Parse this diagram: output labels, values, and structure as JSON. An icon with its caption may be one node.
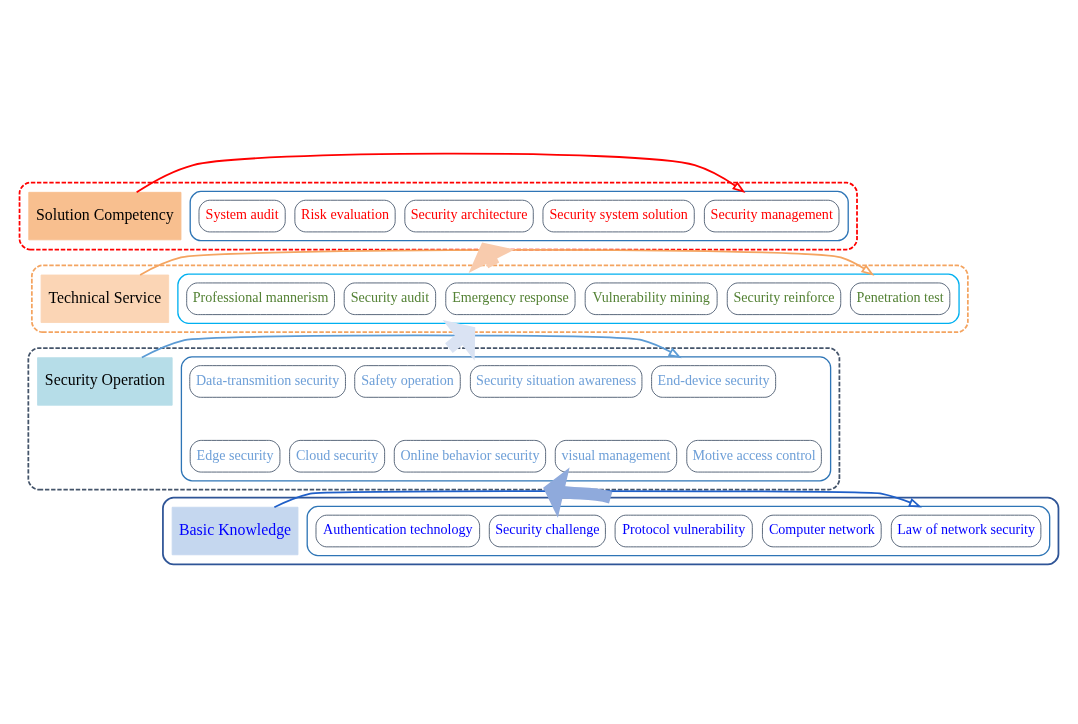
{
  "diagram": {
    "nodes": [
      {
        "text": [],
        "shape": "box"
      },
      {
        "text": [
          "Solution Competency"
        ],
        "in": 0
      },
      {
        "text": [],
        "shape": "box",
        "in": 0
      },
      {
        "text": [
          "Security management"
        ],
        "in": 2
      },
      {
        "text": [
          "Security system solution"
        ],
        "in": 2
      },
      {
        "text": [
          "Security architecture"
        ],
        "in": 2
      },
      {
        "text": [
          "Risk evaluation"
        ],
        "in": 2
      },
      {
        "text": [
          "System audit"
        ],
        "in": 2
      },
      {
        "text": [],
        "shape": "box"
      },
      {
        "text": [
          "Technical Service"
        ],
        "in": 8
      },
      {
        "text": [],
        "shape": "box",
        "in": 8
      },
      {
        "text": [
          "Penetration test"
        ],
        "in": 10
      },
      {
        "text": [
          "Security reinforce"
        ],
        "in": 10
      },
      {
        "text": [
          "Vulnerability mining"
        ],
        "in": 10
      },
      {
        "text": [
          "Emergency response"
        ],
        "in": 10
      },
      {
        "text": [
          "Security audit"
        ],
        "in": 10
      },
      {
        "text": [
          "Professional mannerism"
        ],
        "in": 10
      },
      {
        "text": [],
        "shape": "box"
      },
      {
        "text": [
          "Security Operation"
        ],
        "in": 17
      },
      {
        "text": [],
        "shape": "box",
        "in": 17
      },
      {
        "text": [
          "End-device security"
        ],
        "in": 19
      },
      {
        "text": [
          "Security situation awareness"
        ],
        "in": 19
      },
      {
        "text": [
          "Safety operation"
        ],
        "in": 19
      },
      {
        "text": [
          "Data-transmition security"
        ],
        "in": 19
      },
      {
        "text": [
          "Edge security"
        ],
        "in": 19
      },
      {
        "text": [
          "Cloud security"
        ],
        "in": 19
      },
      {
        "text": [
          "Online behavior security"
        ],
        "in": 19
      },
      {
        "text": [
          "visual management"
        ],
        "in": 19
      },
      {
        "text": [
          "Motive access control"
        ],
        "in": 19
      },
      {
        "text": [],
        "shape": "box"
      },
      {
        "text": [
          "Basic Knowledge"
        ],
        "in": 29
      },
      {
        "text": [],
        "shape": "box",
        "in": 29
      },
      {
        "text": [
          "Law of network security"
        ],
        "in": 31
      },
      {
        "text": [
          "Computer network"
        ],
        "in": 31
      },
      {
        "text": [
          "Protocol vulnerability"
        ],
        "in": 31
      },
      {
        "text": [
          "Security challenge"
        ],
        "in": 31
      },
      {
        "text": [
          "Authentication technology"
        ],
        "in": 31
      }
    ],
    "edges": [
      {
        "from": 1,
        "to": 2,
        "arrow": "to",
        "color": "#ff0000"
      },
      {
        "from": 8,
        "to": 0,
        "arrow": "to",
        "style": "thick",
        "color": "#f8cbad"
      },
      {
        "from": 9,
        "to": 10,
        "arrow": "to",
        "color": "#f4a460"
      },
      {
        "from": 17,
        "to": 8,
        "arrow": "to",
        "style": "thick",
        "color": "#dae3f3"
      },
      {
        "from": 18,
        "to": 19,
        "arrow": "to",
        "color": "#5b9bd5"
      },
      {
        "from": 29,
        "to": 17,
        "arrow": "to",
        "style": "thick",
        "color": "#8faadc"
      },
      {
        "from": 30,
        "to": 31,
        "arrow": "to",
        "color": "#1f5fc8"
      }
    ]
  }
}
